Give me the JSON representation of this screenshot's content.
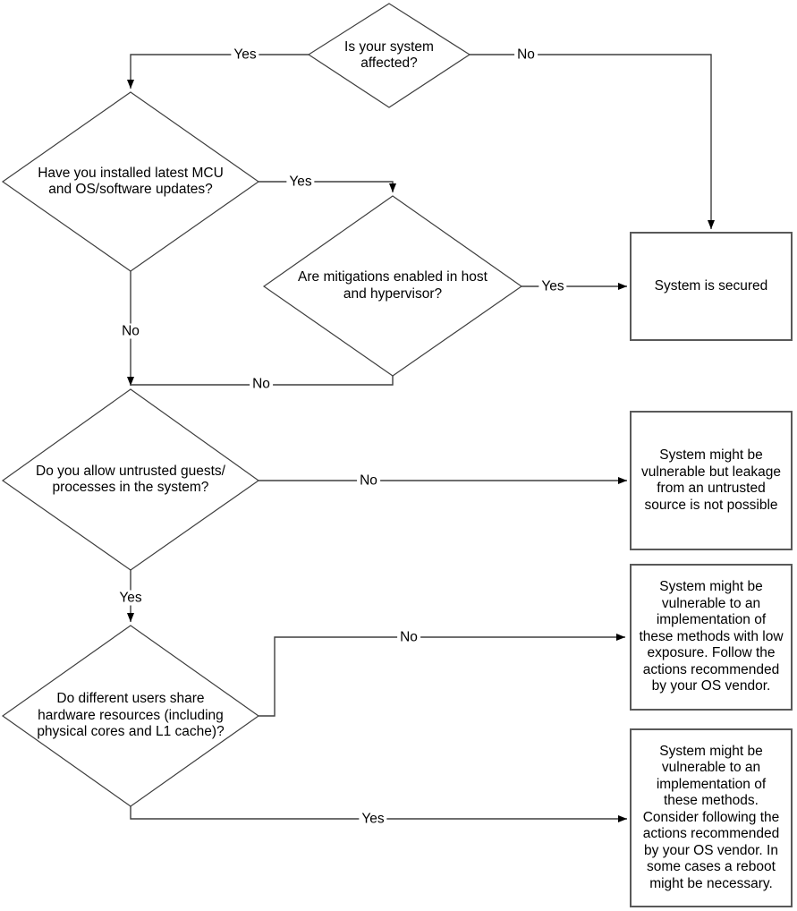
{
  "flowchart": {
    "title_hint": "System vulnerability mitigation decision flowchart",
    "colors": {
      "background": "#ffffff",
      "line": "#3f3f3f",
      "box_border": "#595959",
      "arrowhead": "#000000",
      "text": "#000000"
    },
    "nodes": {
      "affected": {
        "type": "decision",
        "text": "Is your system\naffected?"
      },
      "updates": {
        "type": "decision",
        "text": "Have you installed latest MCU\nand OS/software updates?"
      },
      "mitigations": {
        "type": "decision",
        "text": "Are mitigations enabled in host\nand hypervisor?"
      },
      "untrusted": {
        "type": "decision",
        "text": "Do you allow untrusted guests/\nprocesses in the system?"
      },
      "shared": {
        "type": "decision",
        "text": "Do different users share\nhardware resources (including\nphysical cores and L1 cache)?"
      },
      "secured": {
        "type": "result",
        "text": "System is secured"
      },
      "no_leak": {
        "type": "result",
        "text": "System might be\nvulnerable but leakage\nfrom an untrusted\nsource is not possible"
      },
      "low_exposure": {
        "type": "result",
        "text": "System might be\nvulnerable to an\nimplementation of\nthese methods with low\nexposure. Follow the\nactions recommended\nby your OS vendor."
      },
      "follow_reboot": {
        "type": "result",
        "text": "System might be\nvulnerable to an\nimplementation of\nthese methods.\nConsider following the\nactions recommended\nby your OS vendor. In\nsome cases a reboot\nmight be necessary."
      }
    },
    "edges": {
      "affected_yes": "Yes",
      "affected_no": "No",
      "updates_yes": "Yes",
      "updates_no": "No",
      "mitigations_yes": "Yes",
      "mitigations_no": "No",
      "untrusted_no": "No",
      "untrusted_yes": "Yes",
      "shared_no": "No",
      "shared_yes": "Yes"
    }
  }
}
